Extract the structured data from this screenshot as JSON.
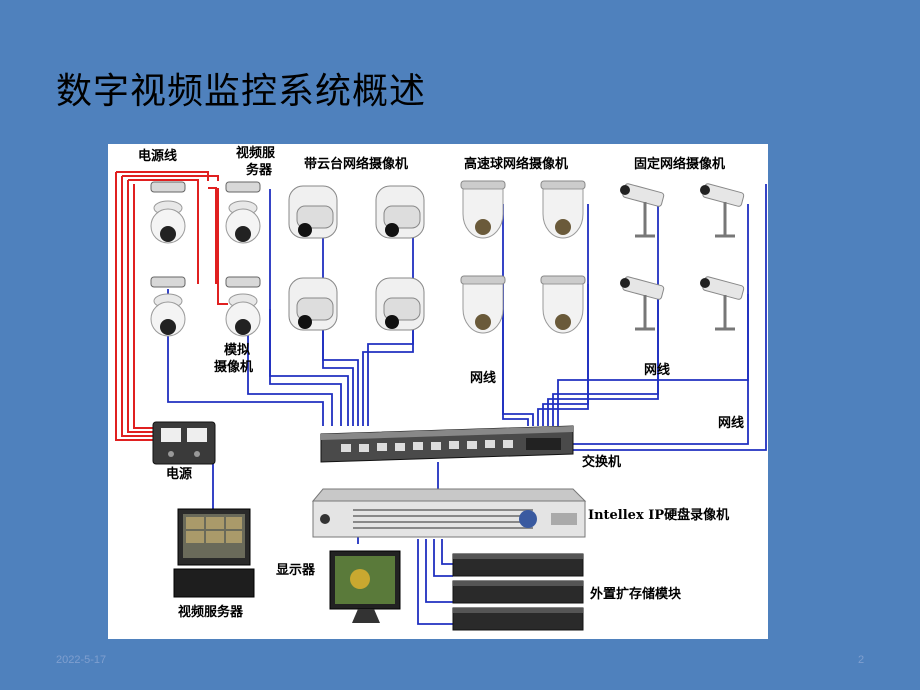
{
  "slide": {
    "title": "数字视频监控系统概述",
    "footer_date": "2022-5-17",
    "page_number": "2"
  },
  "diagram": {
    "labels": {
      "power_cable": "电源线",
      "video_server_top_line1": "视频服",
      "video_server_top_line2": "务器",
      "ptz_camera": "带云台网络摄像机",
      "speed_dome": "高速球网络摄像机",
      "fixed_camera": "固定网络摄像机",
      "analog_camera_line1": "模拟",
      "analog_camera_line2": "摄像机",
      "network_cable_1": "网线",
      "network_cable_2": "网线",
      "network_cable_3": "网线",
      "power_supply": "电源",
      "switch": "交换机",
      "nvr": "Intellex IP硬盘录像机",
      "monitor": "显示器",
      "storage": "外置扩存储模块",
      "video_server_bottom": "视频服务器"
    },
    "colors": {
      "power_wire": "#e02020",
      "network_wire": "#2030c0",
      "slide_background": "#4f81bd"
    }
  }
}
